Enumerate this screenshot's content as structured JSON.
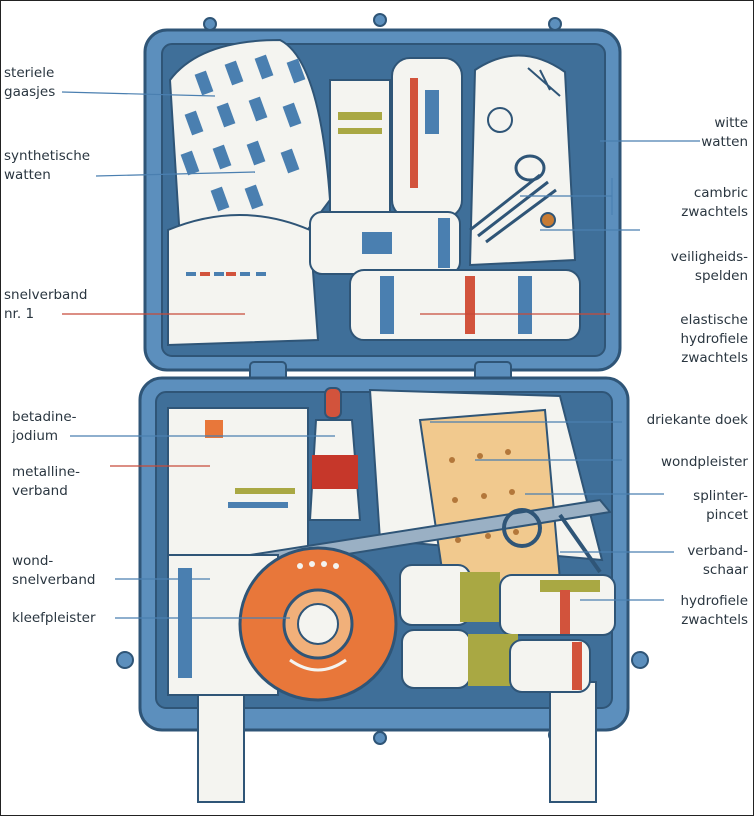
{
  "title": "",
  "colors": {
    "case_blue": "#5c8fbd",
    "case_dark": "#2f5577",
    "interior": "#3f6f99",
    "leader_blue": "#4a7fb0",
    "leader_red": "#c64a3a",
    "bandage_white": "#f4f4f0",
    "accent_red": "#d2533c",
    "accent_orange": "#e8773a",
    "accent_olive": "#a9a843",
    "plaster_tan": "#f1c98e"
  },
  "labels": {
    "left": [
      {
        "id": "steriele-gaasjes",
        "text": "steriele\ngaasjes",
        "leader": "blue"
      },
      {
        "id": "synthetische-watten",
        "text": "synthetische\nwatten",
        "leader": "blue"
      },
      {
        "id": "snelverband-nr1",
        "text": "snelverband\nnr. 1",
        "leader": "red"
      },
      {
        "id": "betadine-jodium",
        "text": "betadine-\njodium",
        "leader": "blue"
      },
      {
        "id": "metalline-verband",
        "text": "metalline-\nverband",
        "leader": "red"
      },
      {
        "id": "wondsnelverband",
        "text": "wond-\nsnelverband",
        "leader": "blue"
      },
      {
        "id": "kleefpleister",
        "text": "kleefpleister",
        "leader": "blue"
      }
    ],
    "right": [
      {
        "id": "witte-watten",
        "text": "witte\nwatten",
        "leader": "blue"
      },
      {
        "id": "cambric-zwachtels",
        "text": "cambric\nzwachtels",
        "leader": "blue"
      },
      {
        "id": "veiligheidsspelden",
        "text": "veiligheids-\nspelden",
        "leader": "blue"
      },
      {
        "id": "elastische-hydrofiele-zwachtels",
        "text": "elastische\nhydrofiele\nzwachtels",
        "leader": "red"
      },
      {
        "id": "driekante-doek",
        "text": "driekante doek",
        "leader": "blue"
      },
      {
        "id": "wondpleister",
        "text": "wondpleister",
        "leader": "blue"
      },
      {
        "id": "splinterpincet",
        "text": "splinter-\npincet",
        "leader": "blue"
      },
      {
        "id": "verbandschaar",
        "text": "verband-\nschaar",
        "leader": "blue"
      },
      {
        "id": "hydrofiele-zwachtels",
        "text": "hydrofiele\nzwachtels",
        "leader": "blue"
      }
    ]
  }
}
